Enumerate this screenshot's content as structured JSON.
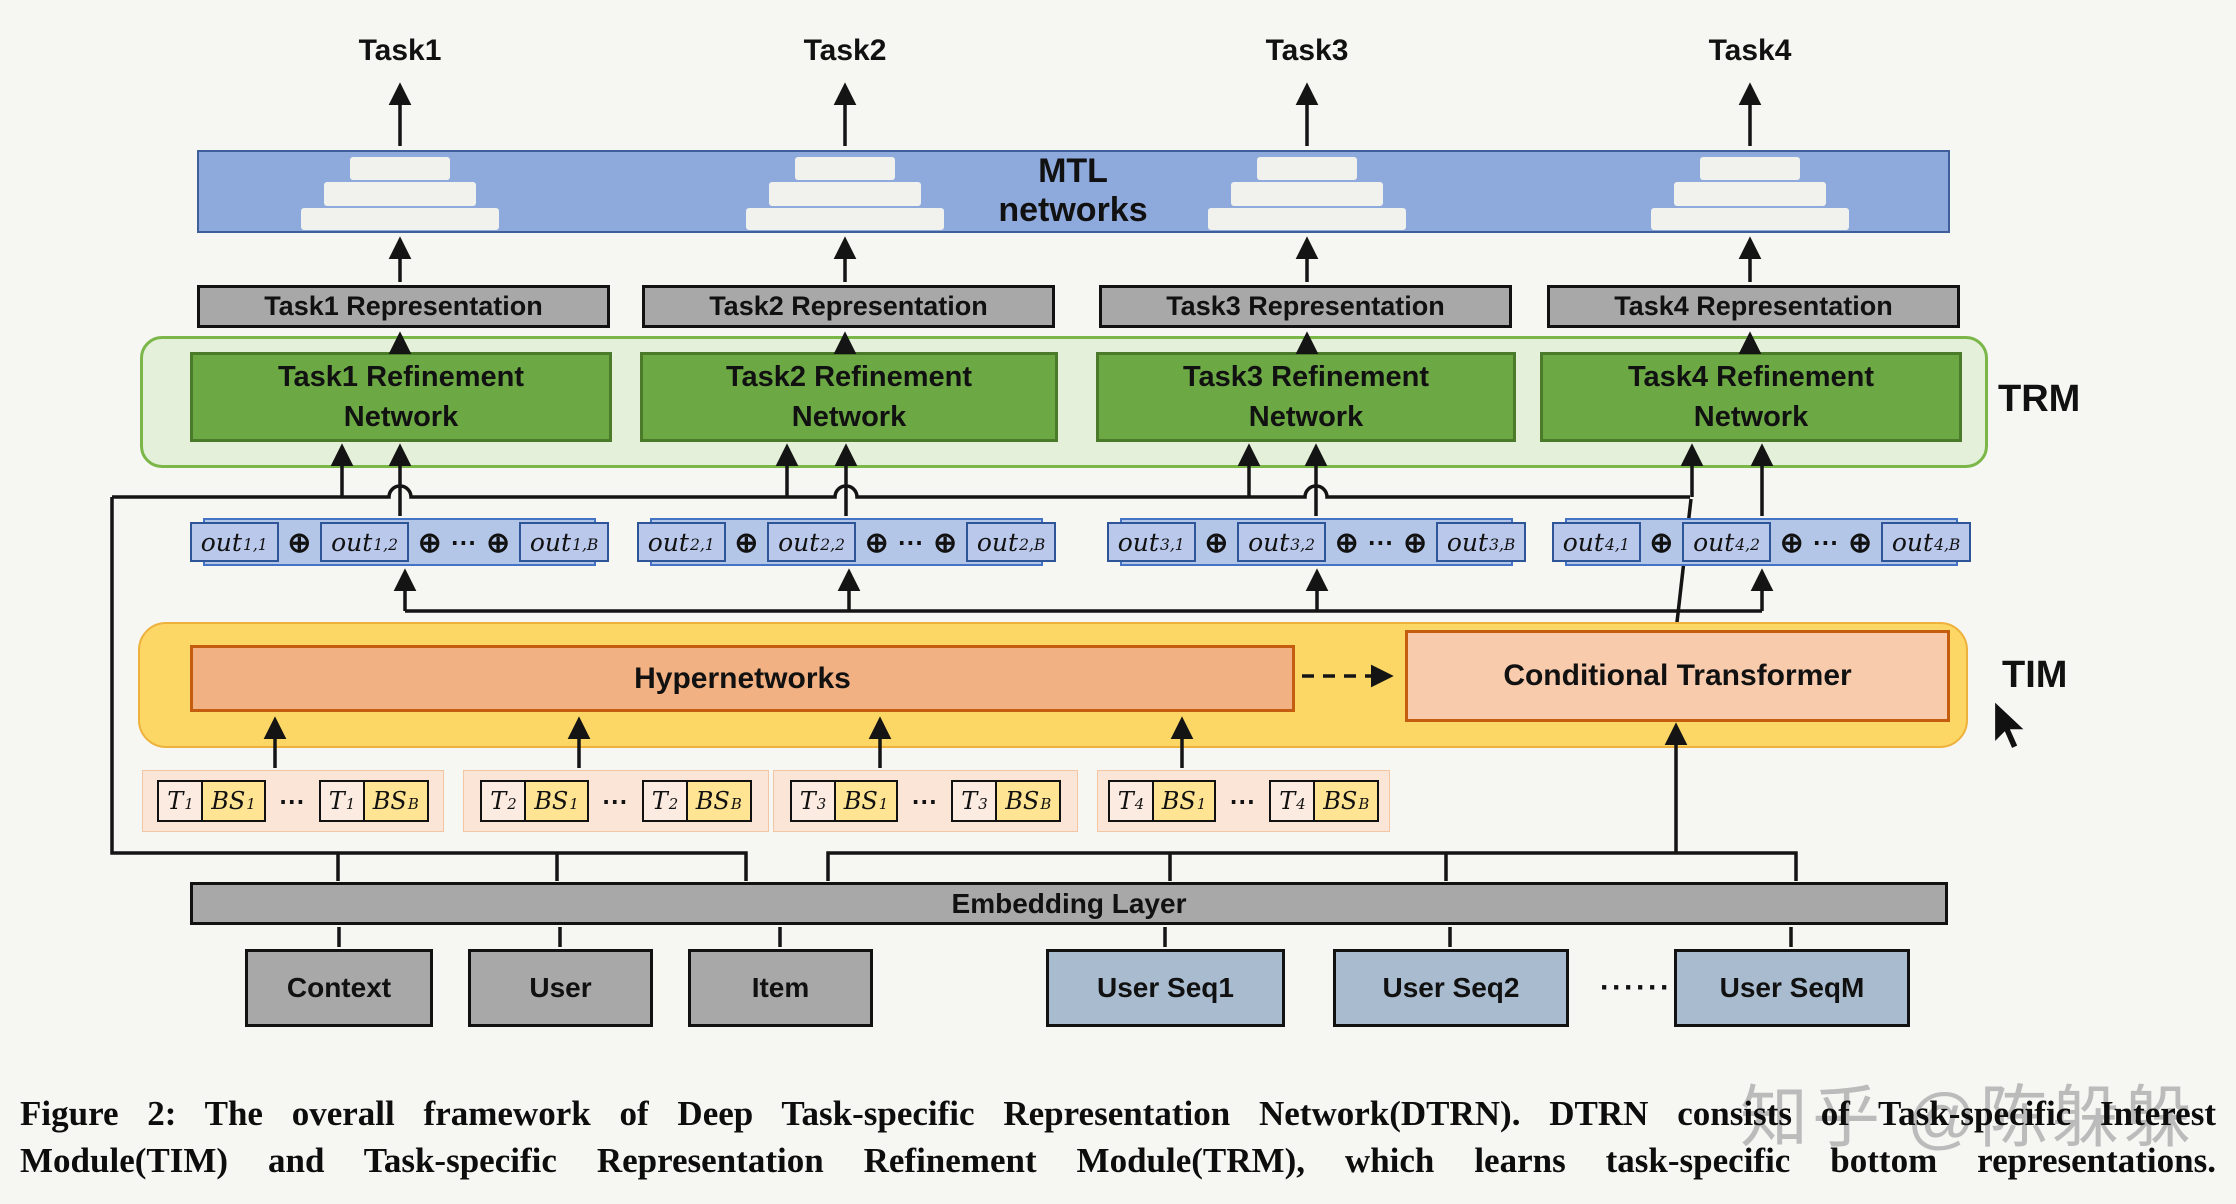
{
  "figure": {
    "oplus": "⊕",
    "cdots": "⋯",
    "task_labels": [
      "Task1",
      "Task2",
      "Task3",
      "Task4"
    ],
    "mtl_bar": {
      "label": "MTL networks"
    },
    "representations": [
      "Task1 Representation",
      "Task2 Representation",
      "Task3 Representation",
      "Task4 Representation"
    ],
    "trm": {
      "label": "TRM",
      "networks": [
        {
          "line1": "Task1 Refinement",
          "line2": "Network"
        },
        {
          "line1": "Task2 Refinement",
          "line2": "Network"
        },
        {
          "line1": "Task3 Refinement",
          "line2": "Network"
        },
        {
          "line1": "Task4 Refinement",
          "line2": "Network"
        }
      ]
    },
    "concat_rows": [
      {
        "w": "out",
        "sub1": "1,1",
        "sub2": "1,2",
        "subB": "1,B"
      },
      {
        "w": "out",
        "sub1": "2,1",
        "sub2": "2,2",
        "subB": "2,B"
      },
      {
        "w": "out",
        "sub1": "3,1",
        "sub2": "3,2",
        "subB": "3,B"
      },
      {
        "w": "out",
        "sub1": "4,1",
        "sub2": "4,2",
        "subB": "4,B"
      }
    ],
    "tim": {
      "label": "TIM",
      "hypernetworks": "Hypernetworks",
      "conditional_transformer": "Conditional Transformer"
    },
    "token_groups": [
      {
        "t": "T",
        "t_sub": "1",
        "bs": "BS",
        "bs_sub1": "1",
        "bs_subB": "B"
      },
      {
        "t": "T",
        "t_sub": "2",
        "bs": "BS",
        "bs_sub1": "1",
        "bs_subB": "B"
      },
      {
        "t": "T",
        "t_sub": "3",
        "bs": "BS",
        "bs_sub1": "1",
        "bs_subB": "B"
      },
      {
        "t": "T",
        "t_sub": "4",
        "bs": "BS",
        "bs_sub1": "1",
        "bs_subB": "B"
      }
    ],
    "embedding": {
      "label": "Embedding Layer"
    },
    "inputs": [
      {
        "label": "Context"
      },
      {
        "label": "User"
      },
      {
        "label": "Item"
      },
      {
        "label": "User Seq1"
      },
      {
        "label": "User Seq2"
      },
      {
        "label": "User SeqM"
      }
    ],
    "inputs_dots": "······"
  },
  "caption": {
    "line1": "Figure 2: The overall framework of Deep Task-specific Representation Network(DTRN). DTRN consists of Task-specific Interest",
    "line2": "Module(TIM) and Task-specific Representation Refinement Module(TRM), which learns task-specific bottom representations."
  },
  "watermark": "知乎 @陈躲躲",
  "colors": {
    "mtl_fill": "#8ea9db",
    "mtl_border": "#3e5f9a",
    "gray_fill": "#a8a8a8",
    "trm_fill": "#e4f0da",
    "trm_border": "#7ab648",
    "net_fill": "#6ca945",
    "net_border": "#4c7a2b",
    "concat_fill": "#b4c6e7",
    "concat_border": "#4472c4",
    "concat_inner_border": "#2e5597",
    "tim_fill": "#fdd765",
    "tim_border": "#eeb13c",
    "hyper_fill": "#f2b183",
    "hyper_border": "#c55d11",
    "ct_fill": "#f8cbad",
    "token_group_fill": "#fbe5d6",
    "token_t_fill": "#fcebe1",
    "token_bs_fill": "#ffe493",
    "seq_fill": "#a9bccf",
    "line": "#141414"
  }
}
